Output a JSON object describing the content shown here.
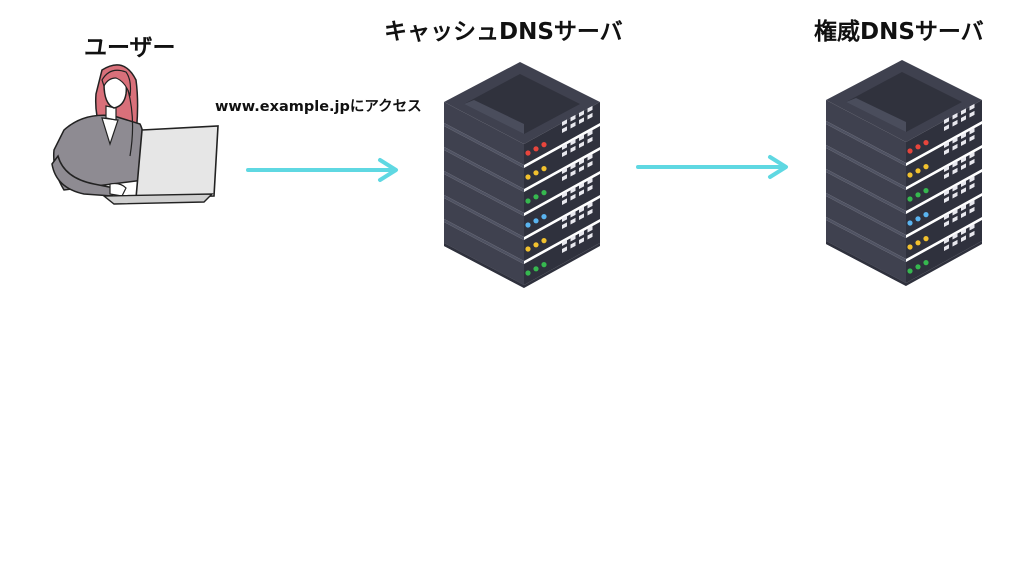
{
  "labels": {
    "user": "ユーザー",
    "cache_server": "キャッシュDNSサーバ",
    "authoritative_server": "権威DNSサーバ",
    "query": "www.example.jpにアクセス"
  },
  "colors": {
    "arrow": "#5fd8e2",
    "server_body": "#3f414f",
    "server_dark": "#2f313d",
    "server_light": "#4f5262",
    "led_red": "#e8453c",
    "led_yellow": "#f2c12e",
    "led_green": "#36b84f",
    "led_blue": "#5ab4f0"
  },
  "server_led_rows": [
    "red",
    "yellow",
    "green",
    "blue",
    "yellow",
    "green"
  ],
  "icons": {
    "user": "user-with-laptop-icon",
    "cache_server": "server-rack-icon",
    "authoritative_server": "server-rack-icon"
  }
}
